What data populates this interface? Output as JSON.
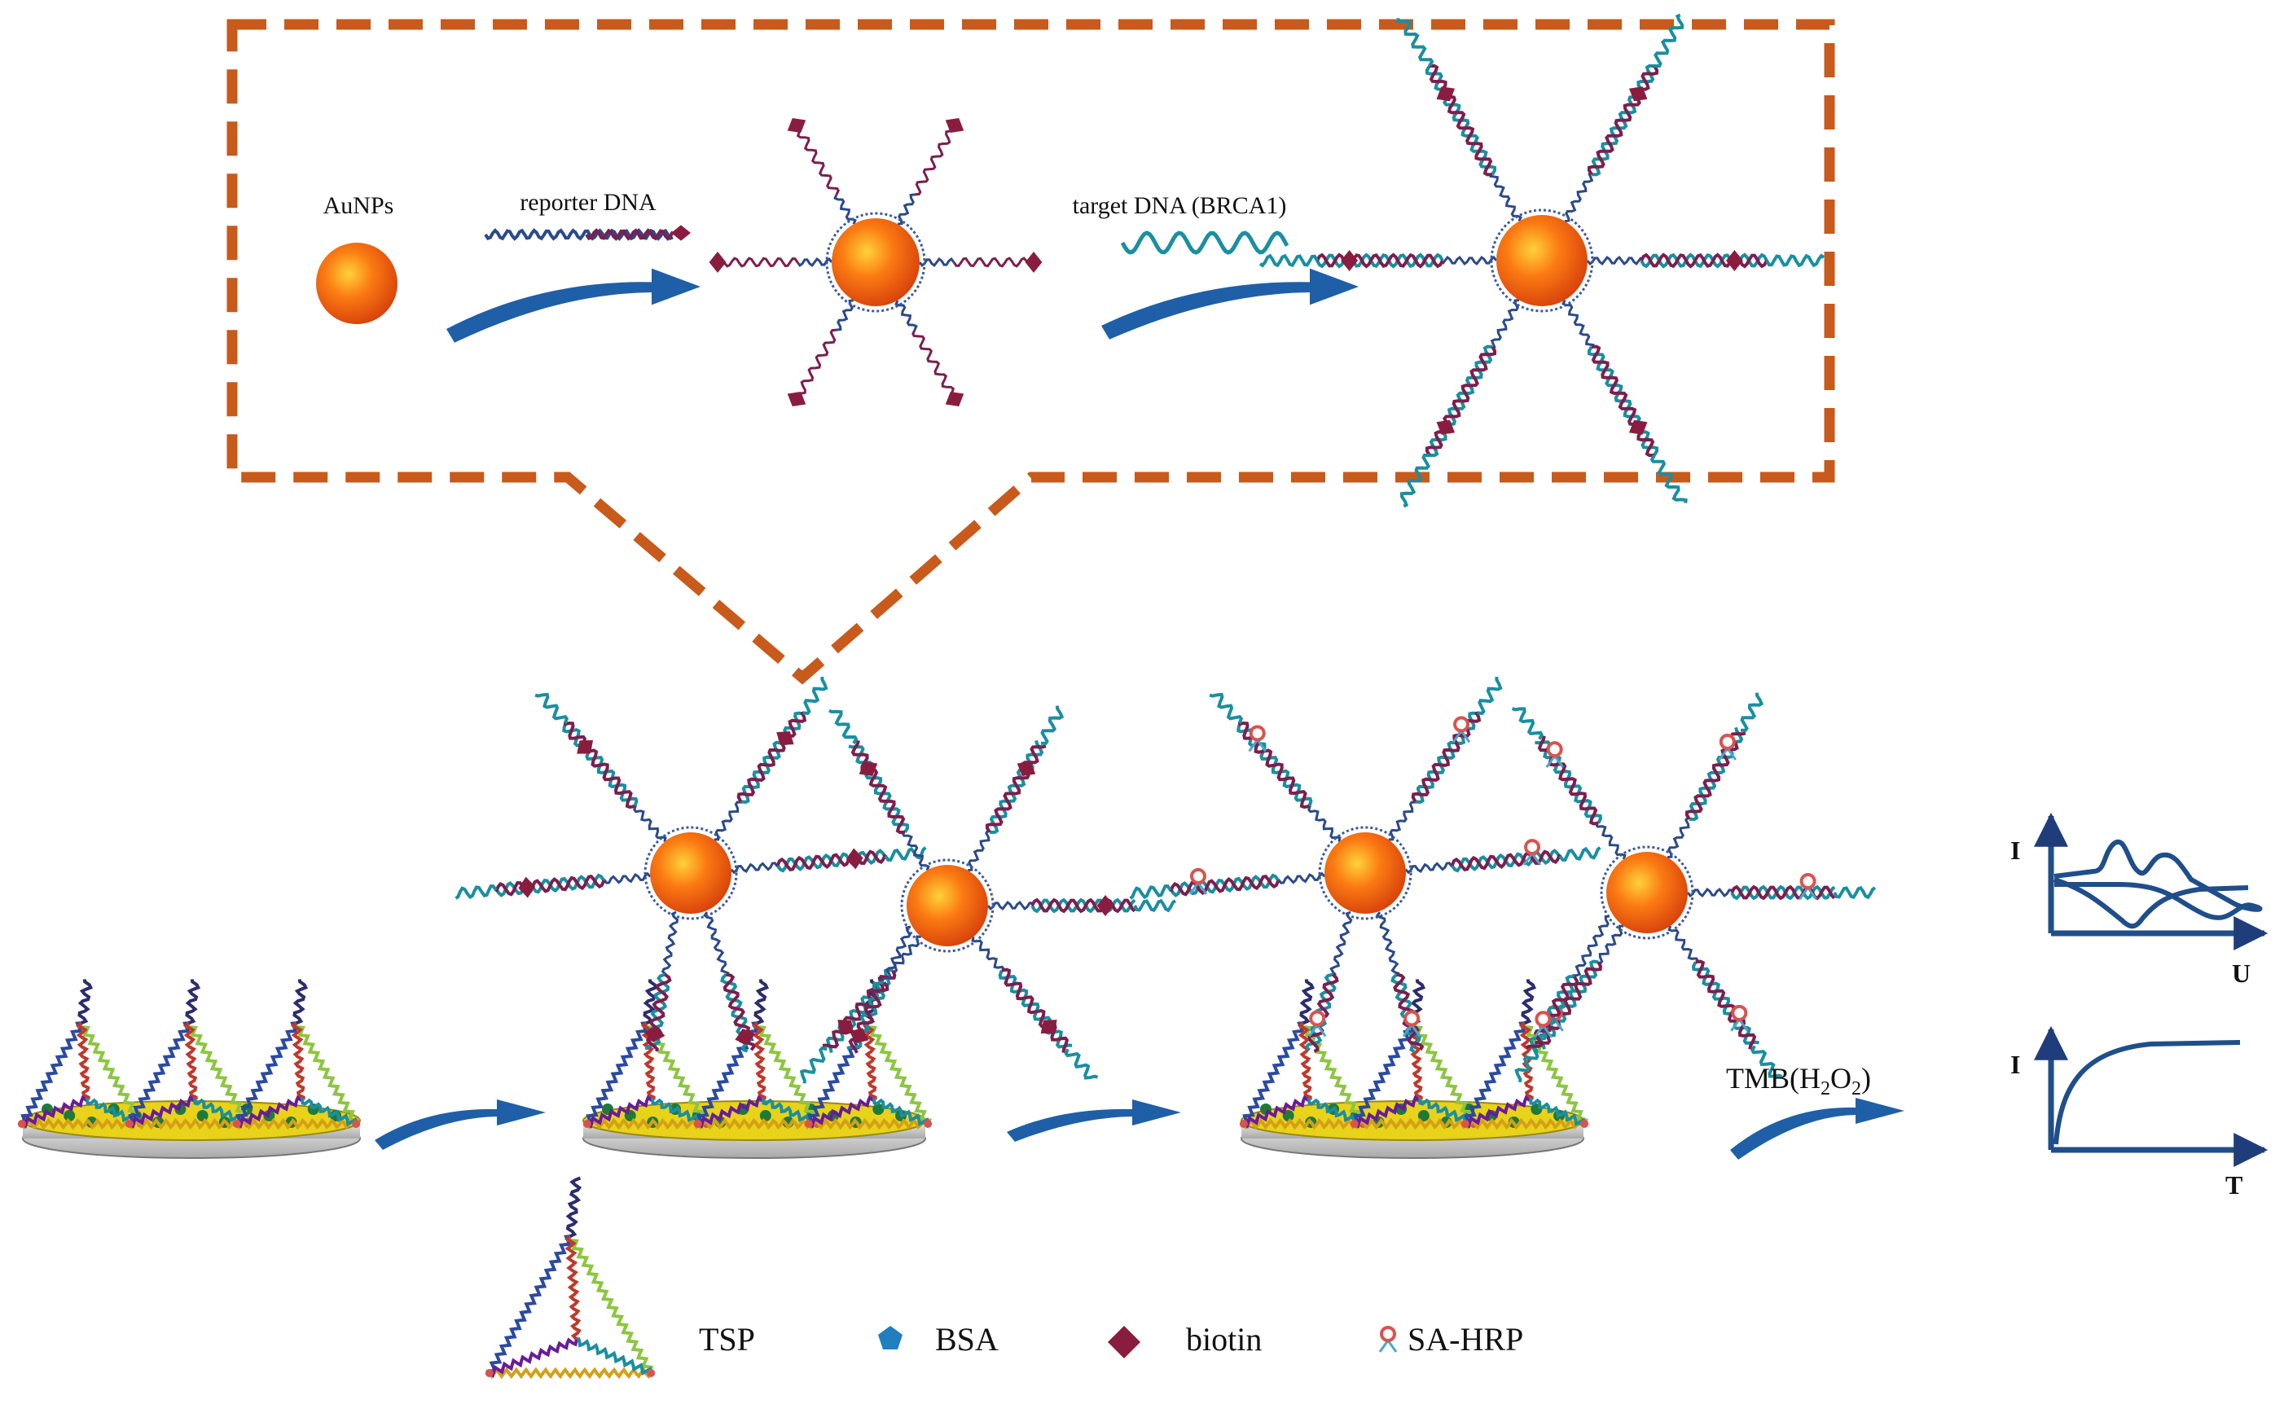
{
  "top_panel": {
    "aunps_label": "AuNPs",
    "reporter_label": "reporter DNA",
    "target_label": "target DNA (BRCA1)"
  },
  "bottom_row": {
    "tmb_prefix": "TMB(H",
    "tmb_sub1": "2",
    "tmb_mid": "O",
    "tmb_sub2": "2",
    "tmb_suffix": ")"
  },
  "plots": {
    "cv": {
      "y_label": "I",
      "x_label": "U"
    },
    "amperometry": {
      "y_label": "I",
      "x_label": "T"
    }
  },
  "legend": {
    "tsp": "TSP",
    "bsa": "BSA",
    "biotin": "biotin",
    "sa_hrp": "SA-HRP"
  },
  "colors": {
    "border": "#c85a1c",
    "arrow": "#1f5fa8",
    "gold": "#f26a12",
    "reporter": "#7b1f4f",
    "target": "#1a8fa0",
    "biotin": "#8a1d3f",
    "bsa": "#1f7fc0",
    "electrode": "#e8d21a"
  }
}
